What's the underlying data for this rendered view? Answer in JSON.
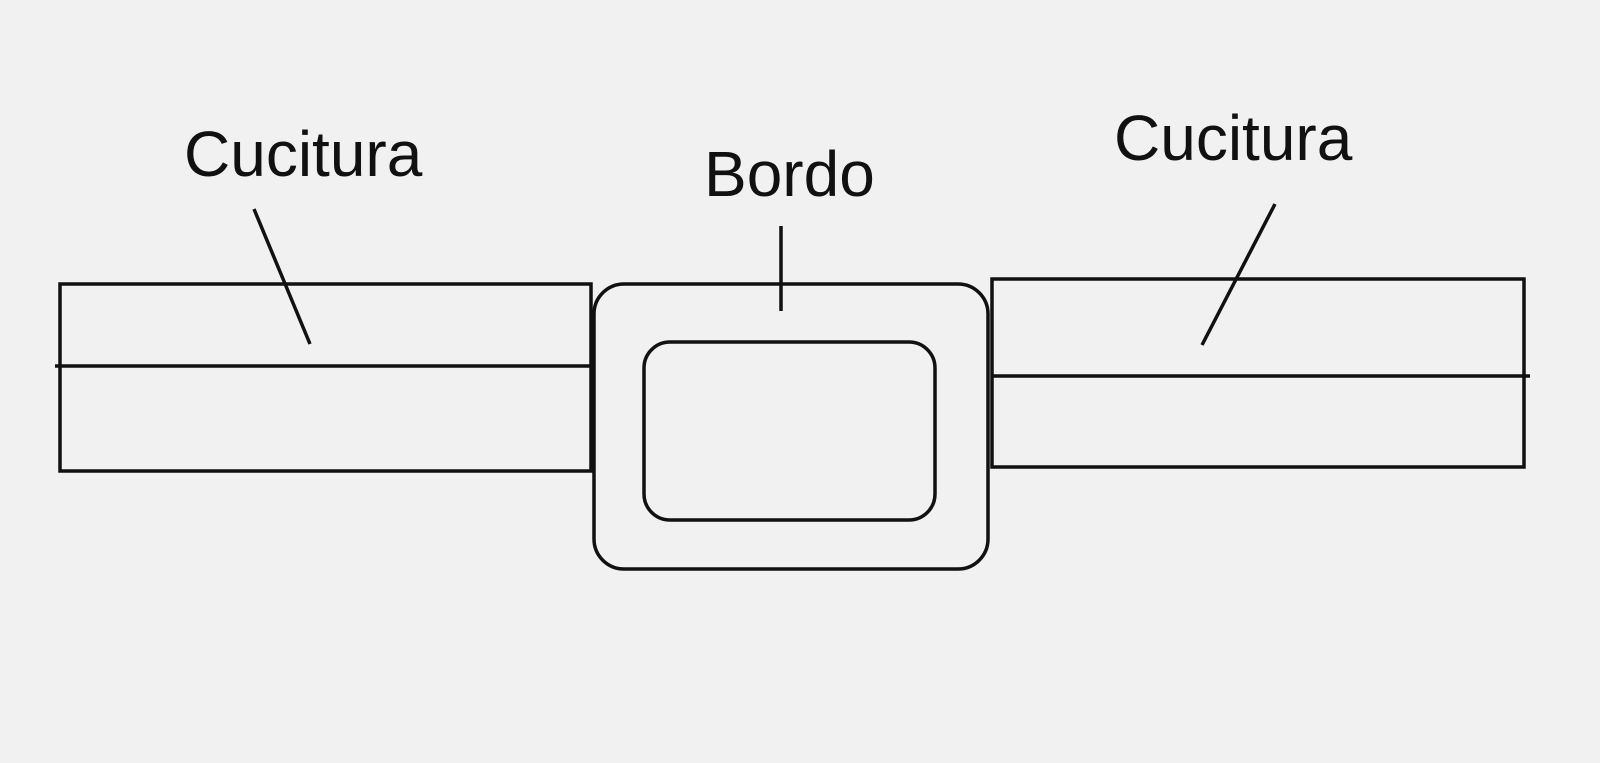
{
  "labels": {
    "left": "Cucitura",
    "center": "Bordo",
    "right": "Cucitura"
  },
  "colors": {
    "background": "#f1f1f1",
    "line": "#111111"
  }
}
